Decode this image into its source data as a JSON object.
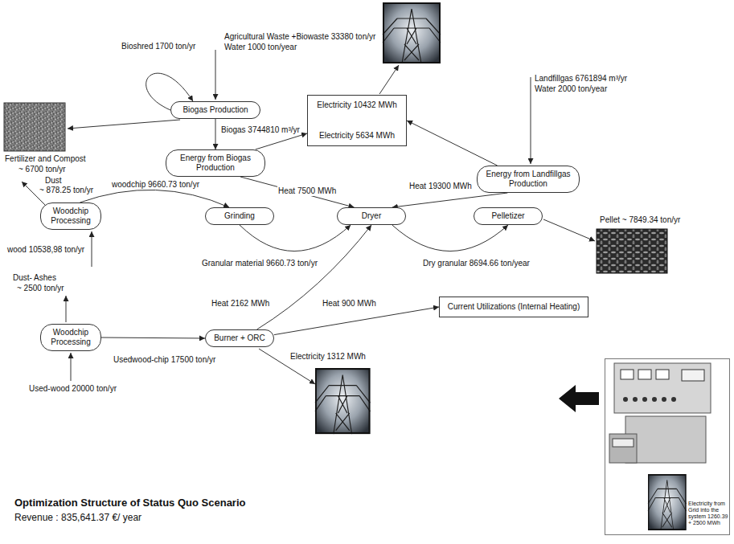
{
  "diagram": {
    "title": "Optimization Structure of Status Quo Scenario",
    "caption": "Revenue : 835,641.37 €/ year",
    "nodes": [
      {
        "text": [
          "Biogas Production"
        ]
      },
      {
        "text": [
          "Energy from Biogas Production"
        ]
      },
      {
        "text": [
          "Electricity 10432 MWh",
          "Electricity 5634 MWh"
        ]
      },
      {
        "text": [
          "Energy from Landfillgas Production"
        ]
      },
      {
        "text": [
          "Woodchip Processing"
        ]
      },
      {
        "text": [
          "Grinding"
        ]
      },
      {
        "text": [
          "Dryer"
        ]
      },
      {
        "text": [
          "Pelletizer"
        ]
      },
      {
        "text": [
          "Woodchip Processing"
        ]
      },
      {
        "text": [
          "Burner + ORC"
        ]
      },
      {
        "text": [
          "Current Utilizations (Internal Heating)"
        ]
      },
      {
        "text": [
          "Electricity from Grid into the system 1260.39 + 2500 MWh"
        ]
      }
    ],
    "edges": [
      {
        "from": 0,
        "to": 0,
        "label": "Bioshred 1700 ton/yr",
        "arrow": "to"
      },
      {
        "from": 0,
        "to": 1,
        "label": "Biogas 3744810 m³/yr",
        "arrow": "to"
      },
      {
        "from": 1,
        "to": 2,
        "arrow": "to"
      },
      {
        "from": 3,
        "to": 2,
        "arrow": "to"
      },
      {
        "from": 1,
        "to": 6,
        "label": "Heat 7500 MWh",
        "arrow": "to"
      },
      {
        "from": 3,
        "to": 6,
        "label": "Heat 19300 MWh",
        "arrow": "to"
      },
      {
        "from": 4,
        "to": 5,
        "label": "woodchip 9660.73 ton/yr",
        "arrow": "to"
      },
      {
        "from": 5,
        "to": 6,
        "label": "Granular material 9660.73 ton/yr",
        "arrow": "to"
      },
      {
        "from": 6,
        "to": 7,
        "label": "Dry granular 8694.66 ton/year",
        "arrow": "to"
      },
      {
        "from": 8,
        "to": 9,
        "label": "Usedwood-chip 17500 ton/yr",
        "arrow": "to"
      },
      {
        "from": 9,
        "to": 6,
        "label": "Heat 2162 MWh",
        "arrow": "to"
      },
      {
        "from": 9,
        "to": 10,
        "label": "Heat 900 MWh",
        "arrow": "to"
      }
    ],
    "labels": [
      "Agricultural Waste +Biowaste 33380 ton/yr",
      "Water 1000 ton/year",
      "Fertilizer and Compost",
      "~ 6700 ton/yr",
      "Landfillgas 6761894 m³/yr",
      "Water 2000 ton/year",
      "Dust",
      "~ 878.25 ton/yr",
      "wood 10538,98 ton/yr",
      "Pellet ~ 7849.34 ton/yr",
      "Dust- Ashes",
      "~ 2500 ton/yr",
      "Used-wood 20000 ton/yr",
      "Electricity 1312 MWh"
    ]
  }
}
